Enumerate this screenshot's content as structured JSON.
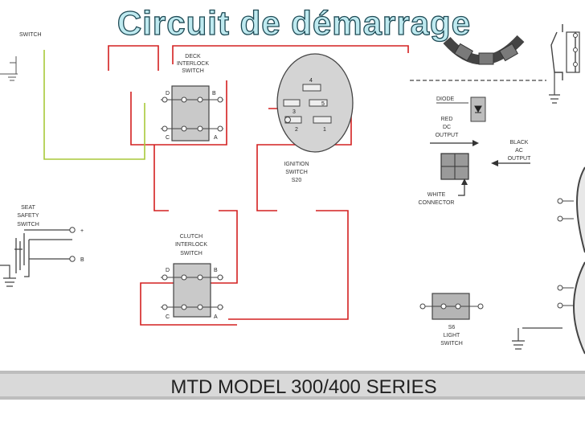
{
  "title": "Circuit de démarrage",
  "footer": "MTD MODEL 300/400 SERIES",
  "labels": {
    "switch": "SWITCH",
    "deck_line1": "DECK",
    "deck_line2": "INTERLOCK",
    "deck_line3": "SWITCH",
    "ignition_line1": "IGNITION",
    "ignition_line2": "SWITCH",
    "ignition_line3": "S20",
    "seat_line1": "SEAT",
    "seat_line2": "SAFETY",
    "seat_line3": "SWITCH",
    "clutch_line1": "CLUTCH",
    "clutch_line2": "INTERLOCK",
    "clutch_line3": "SWITCH",
    "diode": "DIODE",
    "red_line1": "RED",
    "red_line2": "DC",
    "red_line3": "OUTPUT",
    "black_line1": "BLACK",
    "black_line2": "AC",
    "black_line3": "OUTPUT",
    "white_line1": "WHITE",
    "white_line2": "CONNECTOR",
    "light_line1": "S6",
    "light_line2": "LIGHT",
    "light_line3": "SWITCH",
    "seat_pin_top": "+",
    "seat_pin_bottom": "B"
  },
  "pins": {
    "d": "D",
    "b": "B",
    "c": "C",
    "a": "A",
    "ign_4": "4",
    "ign_3": "3",
    "ign_5": "5",
    "ign_2": "2",
    "ign_1": "1"
  },
  "colors": {
    "red_wire": "#d42020",
    "green_wire": "#a8c93a",
    "title_fill": "#bfeaf0",
    "title_stroke": "#1e4a55",
    "banner": "#d9d9d9"
  }
}
